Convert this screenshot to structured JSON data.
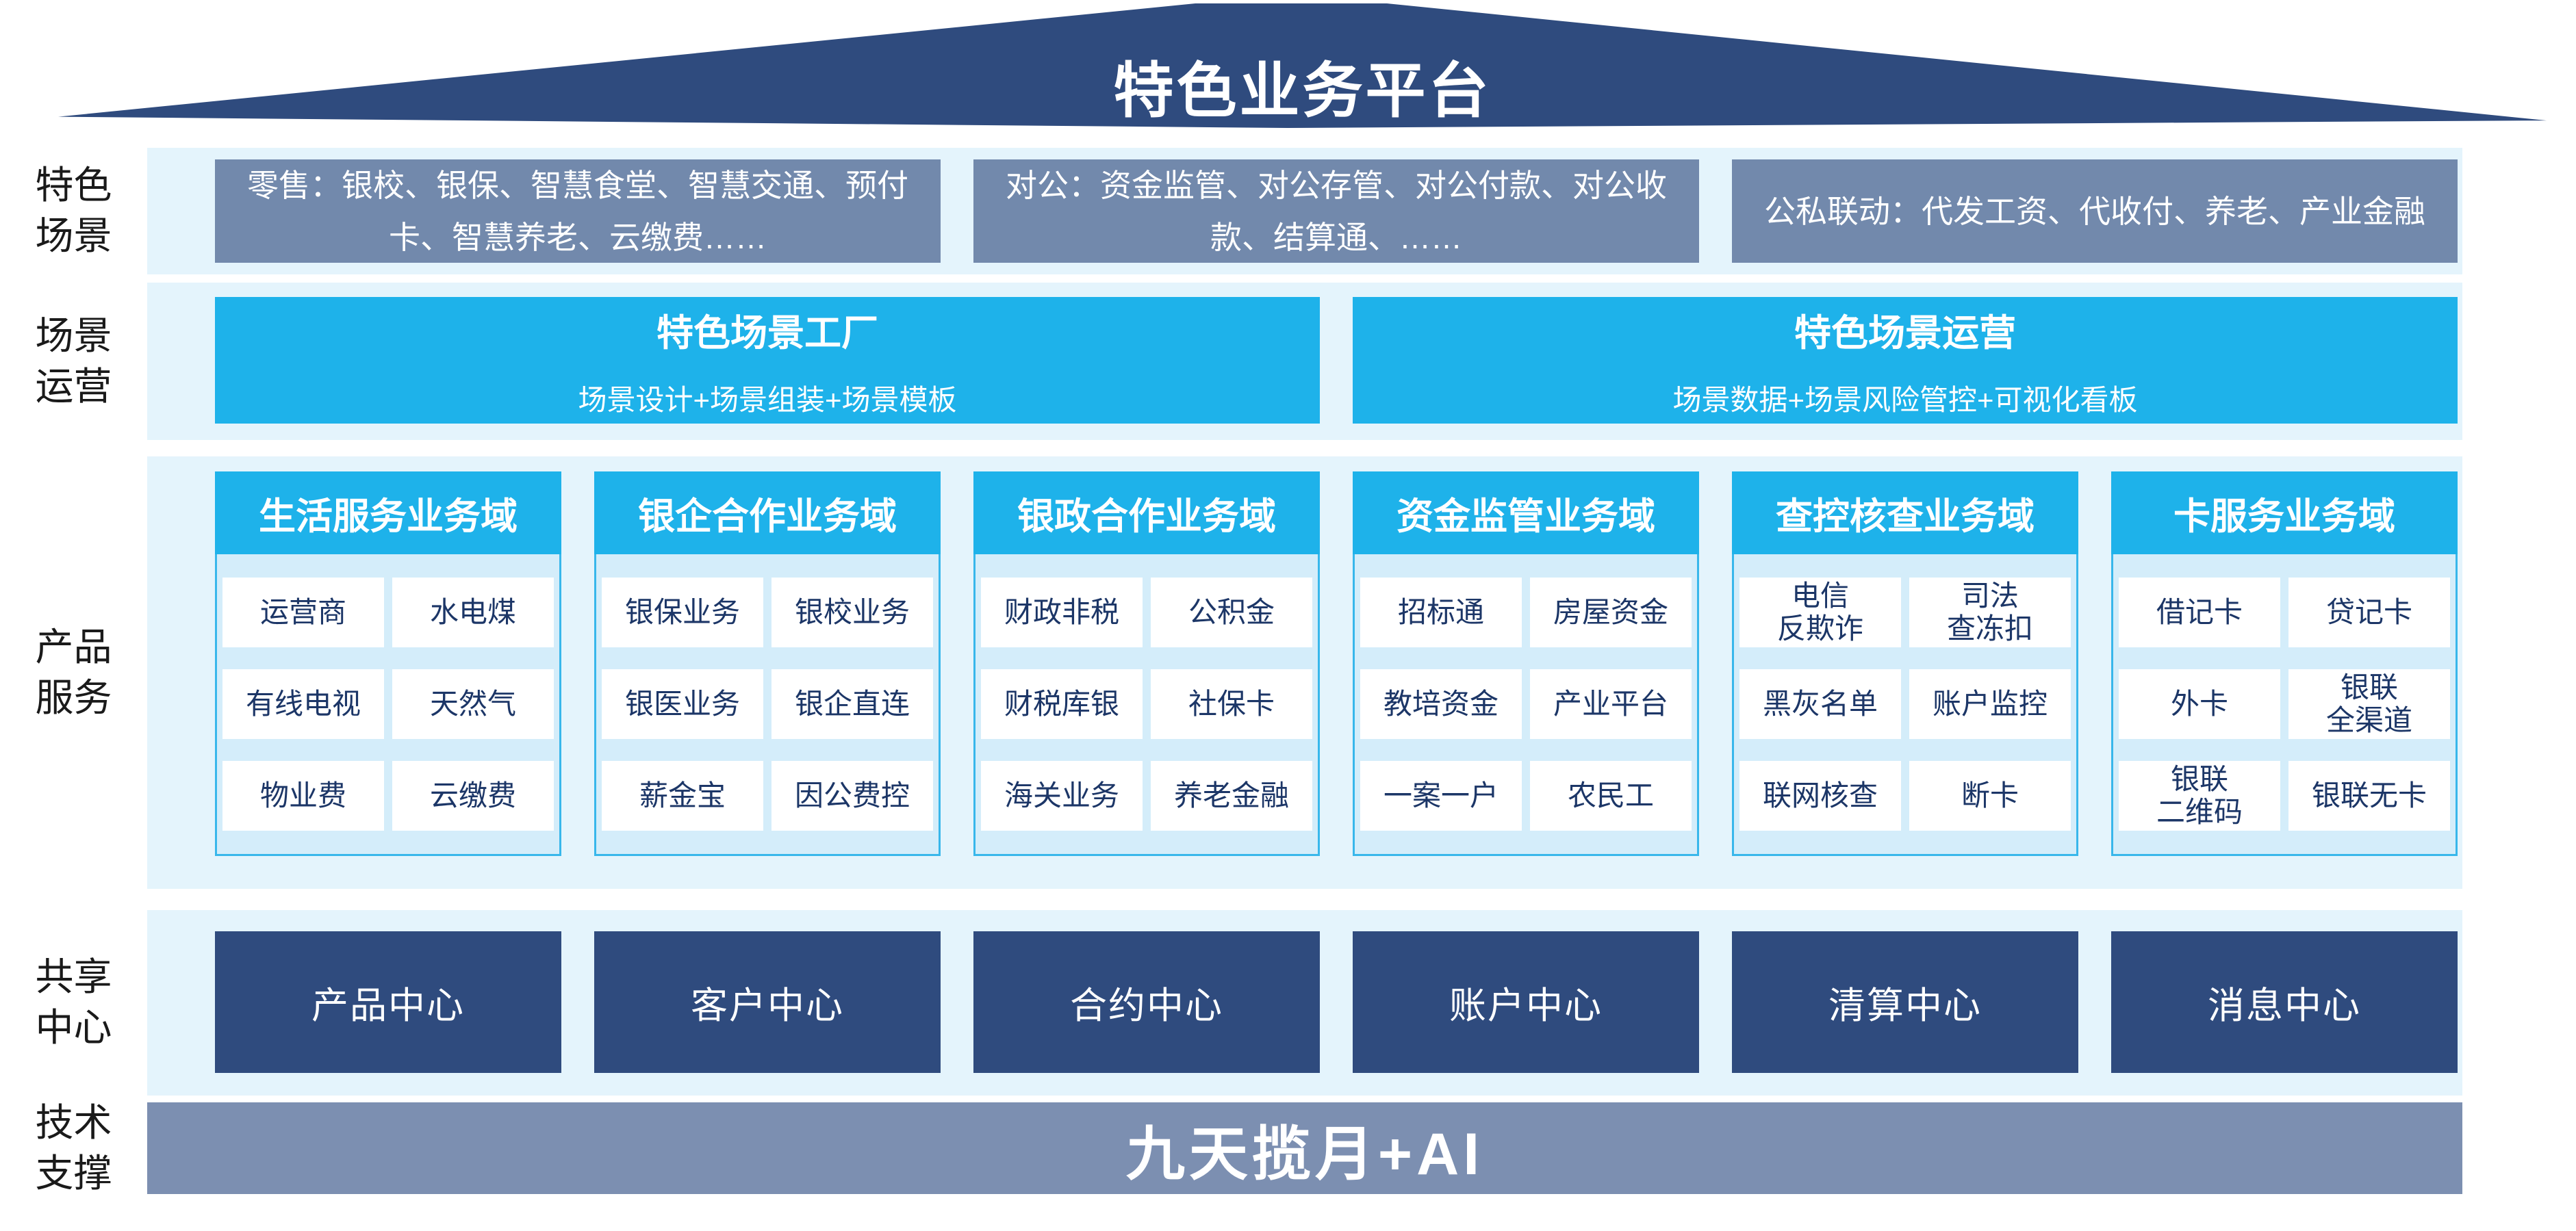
{
  "title": "特色业务平台",
  "colors": {
    "navy": "#2F4B7E",
    "grayblue": "#7289AC",
    "cyan": "#1EB2EA",
    "band": "#E4F4FC",
    "colbody": "#D4EDFA",
    "colborder": "#38B7EB",
    "celltext": "#1C3667",
    "graybar": "#7C8FB1"
  },
  "row_labels": [
    "特色\n场景",
    "场景\n运营",
    "产品\n服务",
    "共享\n中心",
    "技术\n支撑"
  ],
  "scenario_boxes": [
    "零售：银校、银保、智慧食堂、智慧交通、预付卡、智慧养老、云缴费……",
    "对公：资金监管、对公存管、对公付款、对公收款、结算通、……",
    "公私联动：代发工资、代收付、养老、产业金融"
  ],
  "operation_boxes": [
    {
      "title": "特色场景工厂",
      "subtitle": "场景设计+场景组装+场景模板"
    },
    {
      "title": "特色场景运营",
      "subtitle": "场景数据+场景风险管控+可视化看板"
    }
  ],
  "product_columns": [
    {
      "title": "生活服务业务域",
      "cells": [
        "运营商",
        "水电煤",
        "有线电视",
        "天然气",
        "物业费",
        "云缴费"
      ]
    },
    {
      "title": "银企合作业务域",
      "cells": [
        "银保业务",
        "银校业务",
        "银医业务",
        "银企直连",
        "薪金宝",
        "因公费控"
      ]
    },
    {
      "title": "银政合作业务域",
      "cells": [
        "财政非税",
        "公积金",
        "财税库银",
        "社保卡",
        "海关业务",
        "养老金融"
      ]
    },
    {
      "title": "资金监管业务域",
      "cells": [
        "招标通",
        "房屋资金",
        "教培资金",
        "产业平台",
        "一案一户",
        "农民工"
      ]
    },
    {
      "title": "查控核查业务域",
      "cells": [
        "电信\n反欺诈",
        "司法\n查冻扣",
        "黑灰名单",
        "账户监控",
        "联网核查",
        "断卡"
      ]
    },
    {
      "title": "卡服务业务域",
      "cells": [
        "借记卡",
        "贷记卡",
        "外卡",
        "银联\n全渠道",
        "银联\n二维码",
        "银联无卡"
      ]
    }
  ],
  "shared_centers": [
    "产品中心",
    "客户中心",
    "合约中心",
    "账户中心",
    "清算中心",
    "消息中心"
  ],
  "tech_support": "九天揽月+AI"
}
